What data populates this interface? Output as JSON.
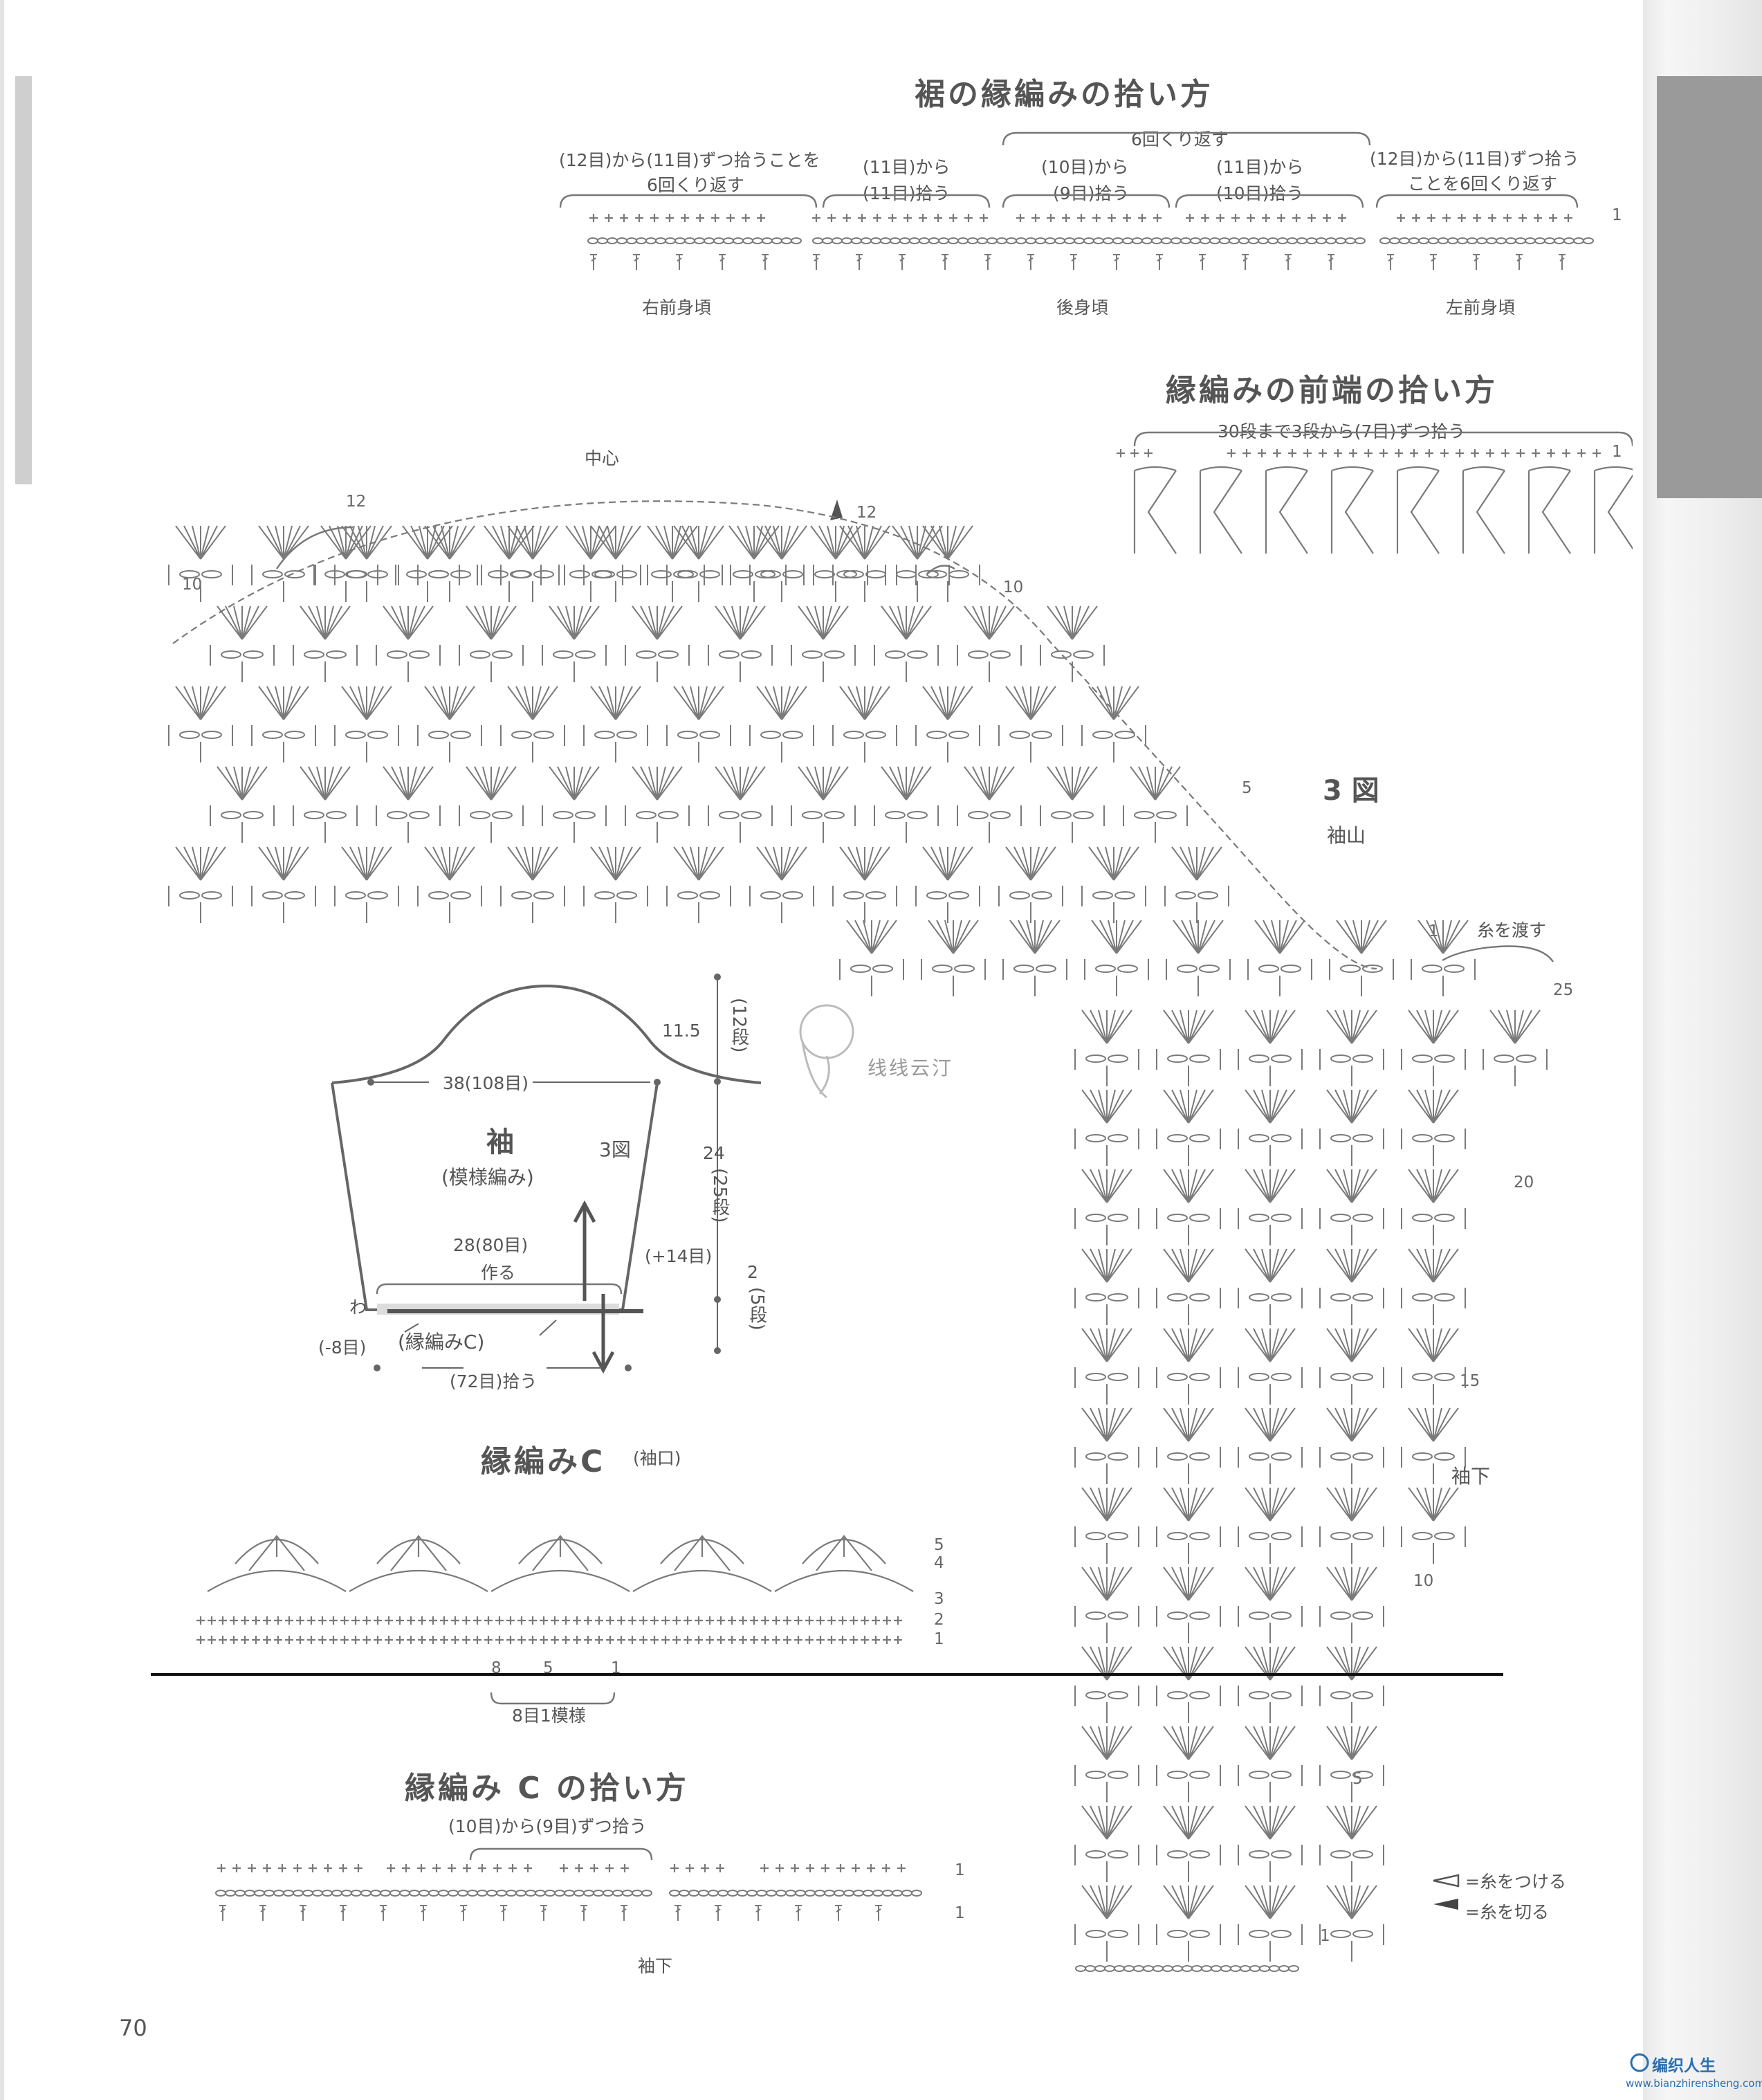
{
  "hem_pickup": {
    "title": "裾の縁編みの拾い方",
    "bracket_top": "6回くり返す",
    "left_note_1": "(12目)から(11目)ずつ拾うことを",
    "left_note_2": "6回くり返す",
    "a1": "(11目)から",
    "a2": "(11目)拾う",
    "b1": "(10目)から",
    "b2": "(9目)拾う",
    "c1": "(11目)から",
    "c2": "(10目)拾う",
    "right_note_1": "(12目)から(11目)ずつ拾う",
    "right_note_2": "ことを6回くり返す",
    "row_1": "1",
    "part_right_front": "右前身頃",
    "part_back": "後身頃",
    "part_left_front": "左前身頃"
  },
  "front_edge_pickup": {
    "title": "縁編みの前端の拾い方",
    "note": "30段まで3段から(7目)ずつ拾う",
    "row_1": "1"
  },
  "figure3": {
    "title": "3 図",
    "sleeve_cap": "袖山",
    "underarm": "袖下",
    "center": "中心",
    "yarn_pass": "糸を渡す",
    "rows": {
      "r12l": "12",
      "r12r": "12",
      "r10l": "10",
      "r10r": "10",
      "r5": "5",
      "r1": "1",
      "r25": "25",
      "r20": "20",
      "r15": "15",
      "r10b": "10",
      "r5b": "5",
      "r1b": "1"
    }
  },
  "sleeve_schematic": {
    "top_width": "38(108目)",
    "name": "袖",
    "pattern": "(模様編み)",
    "figure_ref": "3図",
    "base_width": "28(80目)",
    "make": "作る",
    "wa": "わ",
    "minus8": "(-8目)",
    "edge_c": "(縁編みC)",
    "pickup": "(72目)拾う",
    "cap_height": "11.5",
    "cap_rows": "(12段)",
    "body_height": "24",
    "body_rows": "(25段)",
    "increase": "(+14目)",
    "cuff_height": "2",
    "cuff_rows": "(5段)"
  },
  "edge_c": {
    "title": "縁編みC",
    "subtitle": "(袖口)",
    "rows": [
      "5",
      "4",
      "3",
      "2",
      "1"
    ],
    "counts": [
      "8",
      "5",
      "1"
    ],
    "repeat": "8目1模様"
  },
  "edge_c_pickup": {
    "title": "縁編み C の拾い方",
    "note": "(10目)から(9目)ずつ拾う",
    "underarm": "袖下",
    "row_1a": "1",
    "row_1b": "1"
  },
  "legend": {
    "attach": "=糸をつける",
    "cut": "=糸を切る"
  },
  "watermark": "线线云汀",
  "page_number": "70",
  "site_logo": "编织人生",
  "site_url": "www.bianzhirensheng.com",
  "colors": {
    "ink": "#555555",
    "symbol": "#777777",
    "background": "#ffffff"
  }
}
